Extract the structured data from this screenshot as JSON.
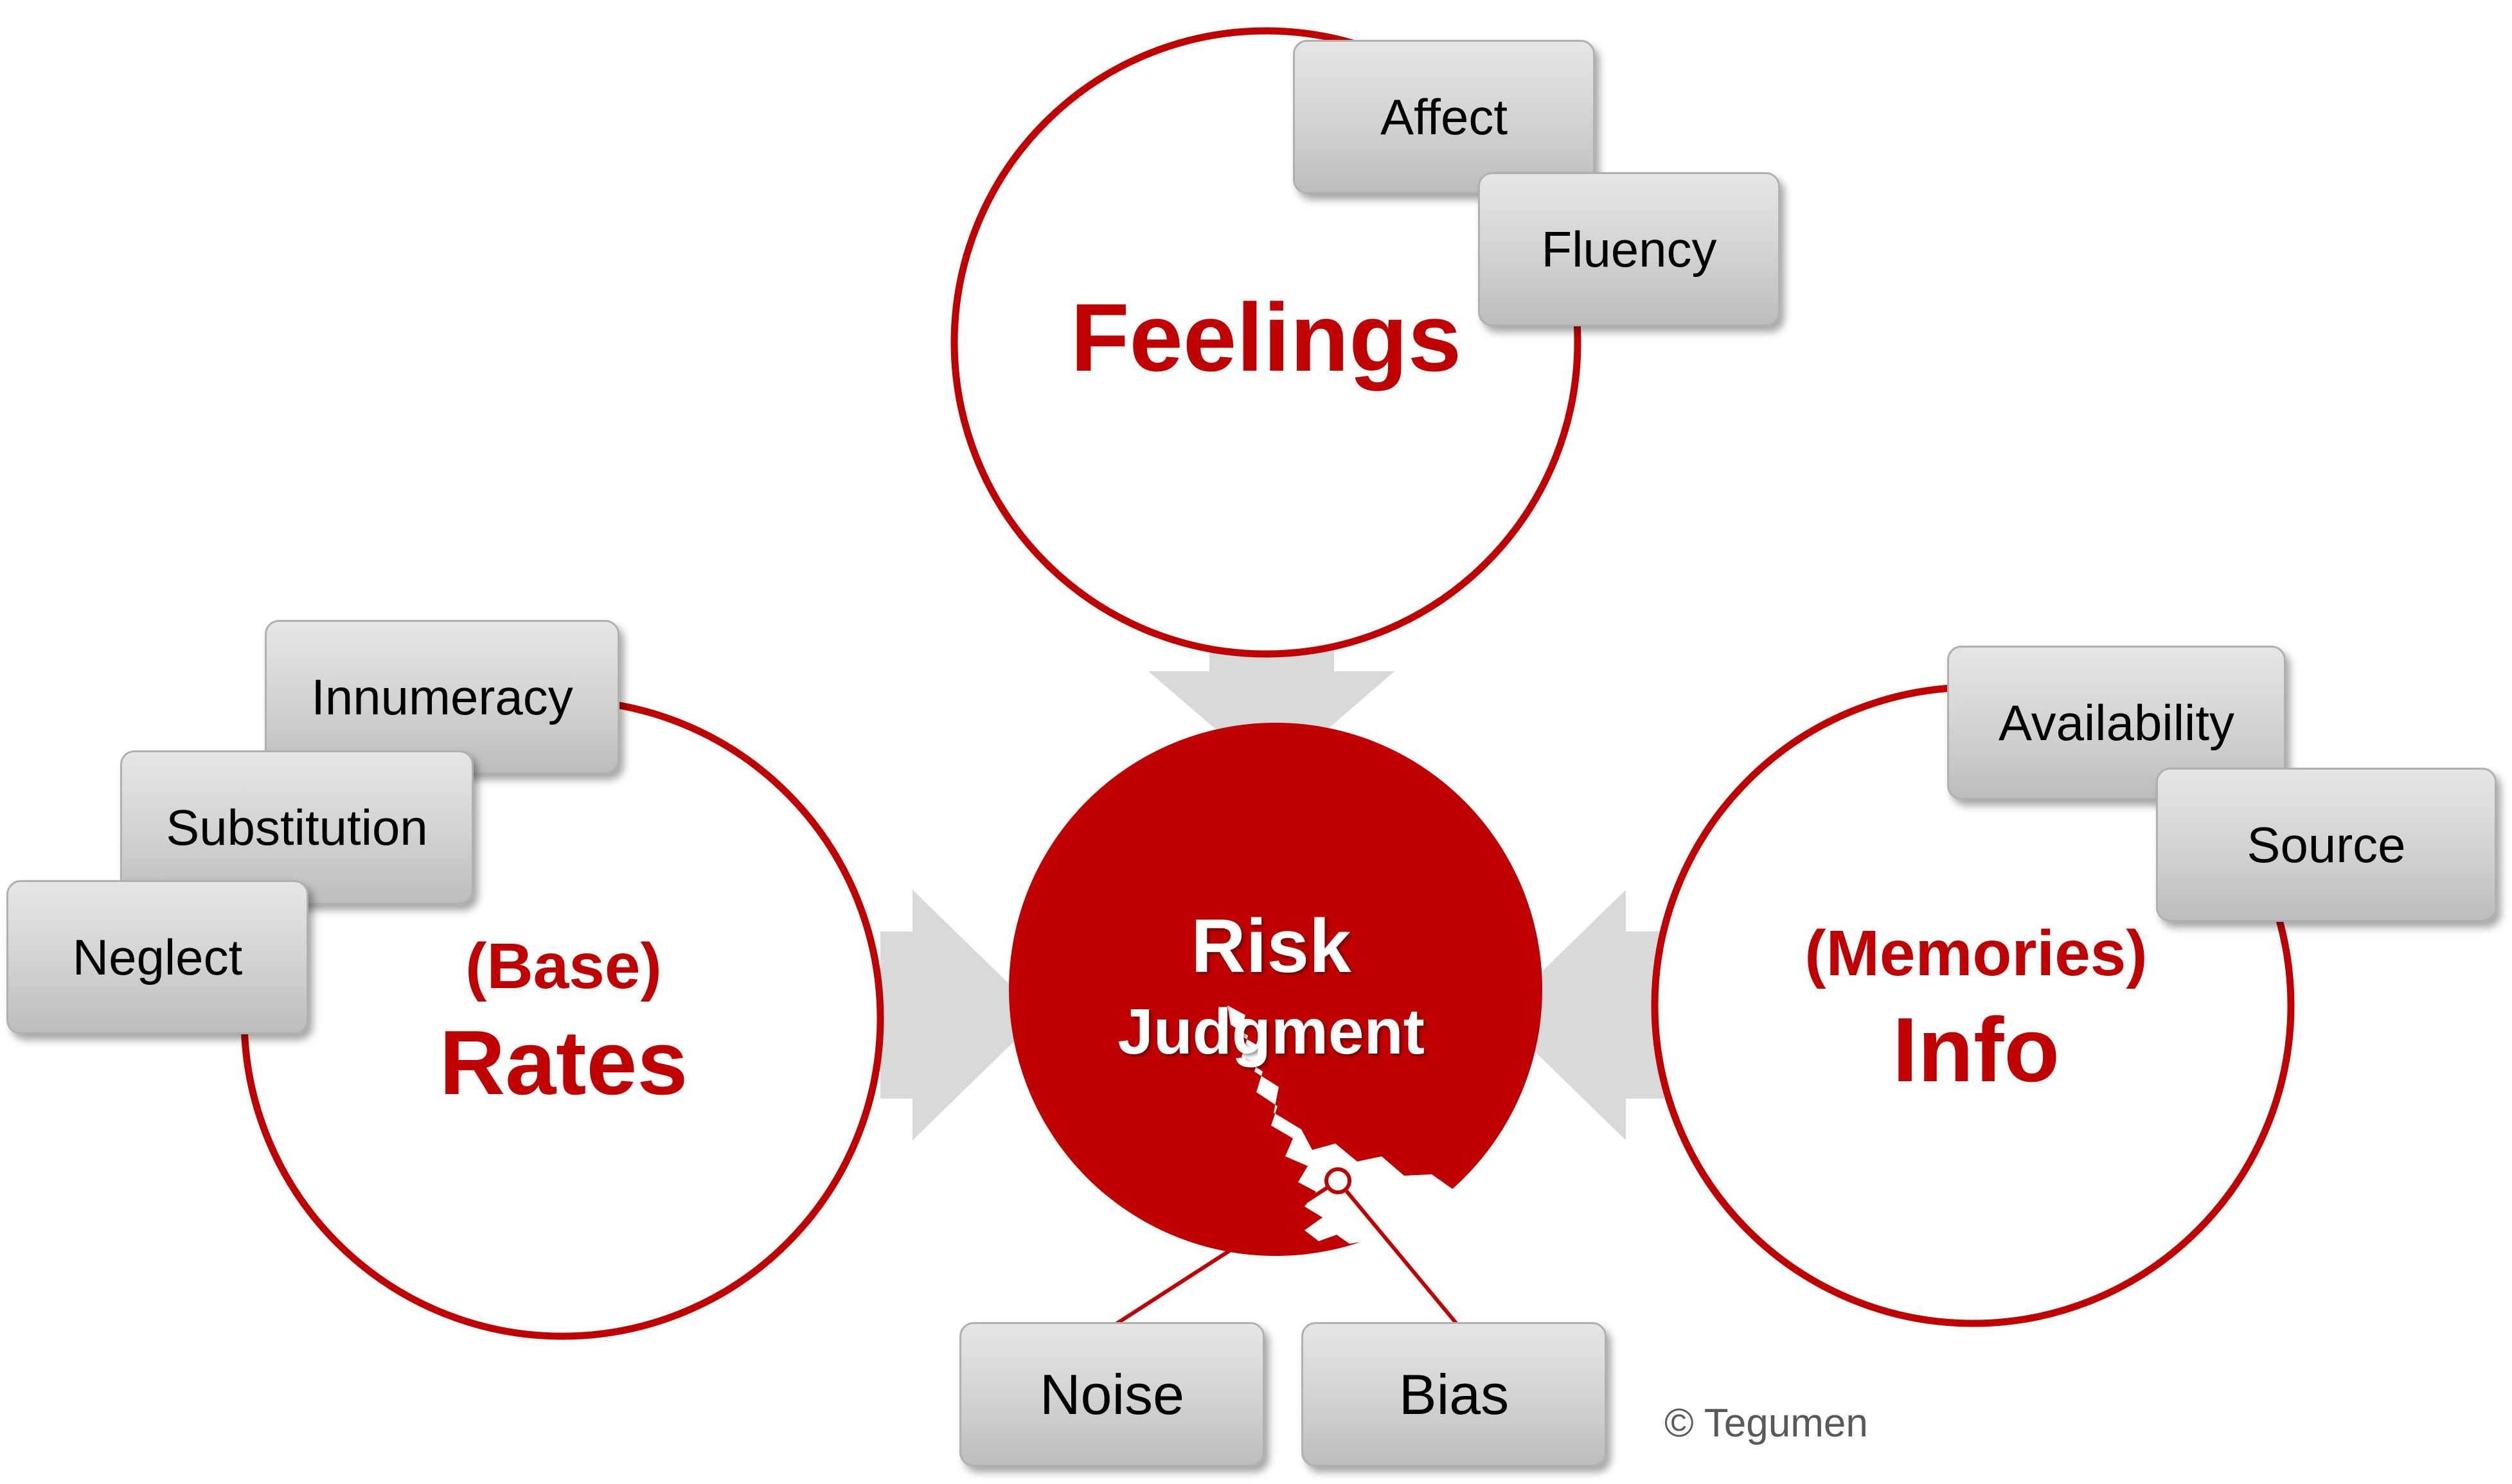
{
  "center": {
    "title": "Risk",
    "subtitle": "Judgment"
  },
  "nodes": {
    "feelings": {
      "label": "Feelings",
      "tags": [
        "Affect",
        "Fluency"
      ]
    },
    "rates": {
      "label_prefix": "(Base)",
      "label": "Rates",
      "tags": [
        "Innumeracy",
        "Substitution",
        "Neglect"
      ]
    },
    "info": {
      "label_prefix": "(Memories)",
      "label": "Info",
      "tags": [
        "Availability",
        "Source"
      ]
    }
  },
  "outcomes": [
    "Noise",
    "Bias"
  ],
  "copyright": "© Tegumen",
  "colors": {
    "accent": "#c00000",
    "arrow": "#d9d9d9",
    "tag_fill": "#d2d2d2"
  }
}
